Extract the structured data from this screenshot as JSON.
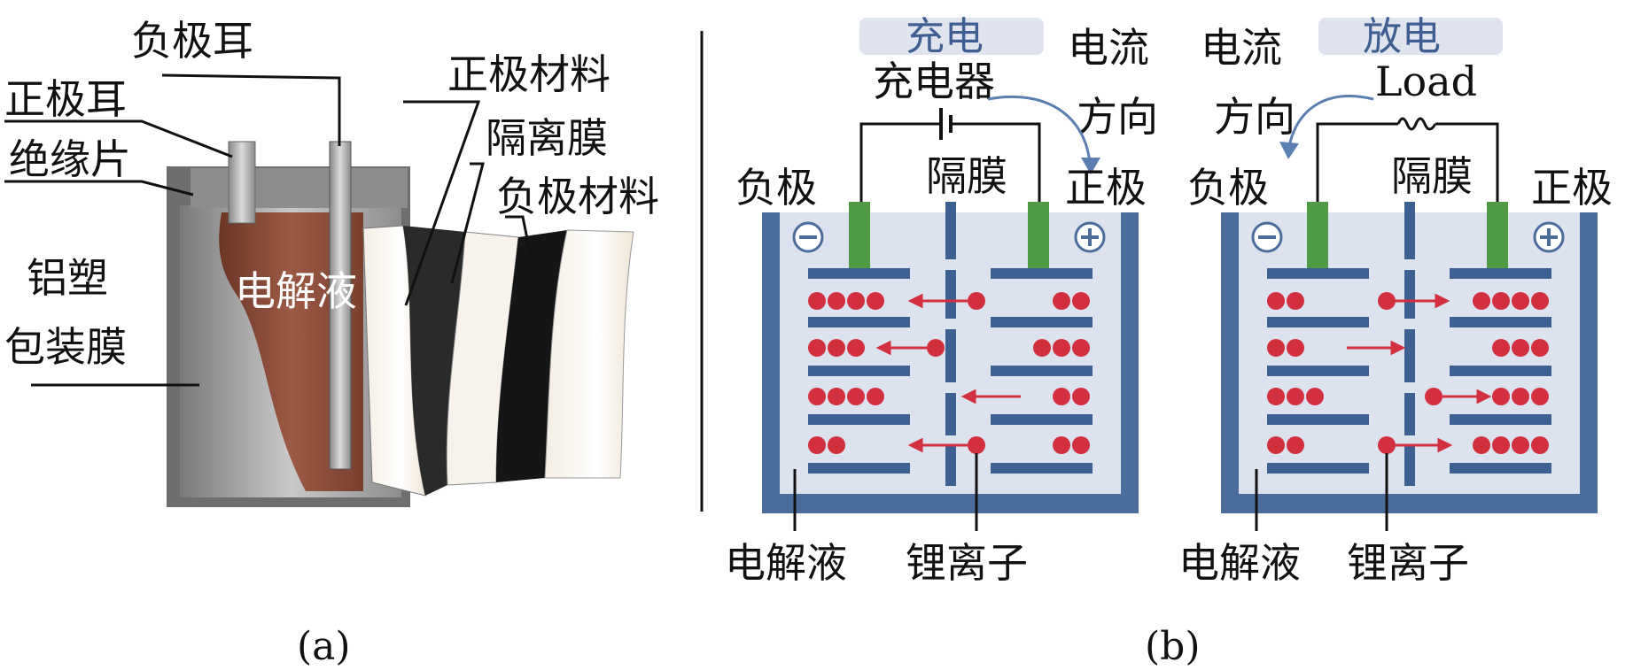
{
  "figure": {
    "panel_a": {
      "caption": "(a)",
      "labels": {
        "negative_tab": "负极耳",
        "positive_tab": "正极耳",
        "insulator": "绝缘片",
        "pouch_line1": "铝塑",
        "pouch_line2": "包装膜",
        "electrolyte": "电解液",
        "cathode_material": "正极材料",
        "separator": "隔离膜",
        "anode_material": "负极材料"
      }
    },
    "panel_b": {
      "caption": "(b)",
      "charge": {
        "header": "充电",
        "device": "充电器",
        "current_line1": "电流",
        "current_line2": "方向",
        "negative": "负极",
        "separator": "隔膜",
        "positive": "正极",
        "electrolyte": "电解液",
        "li_ion": "锂离子",
        "minus_symbol": "−",
        "plus_symbol": "+"
      },
      "discharge": {
        "header": "放电",
        "device": "Load",
        "current_line1": "电流",
        "current_line2": "方向",
        "negative": "负极",
        "separator": "隔膜",
        "positive": "正极",
        "electrolyte": "电解液",
        "li_ion": "锂离子",
        "minus_symbol": "−",
        "plus_symbol": "+"
      }
    },
    "colors": {
      "cell_frame": "#4a6d9c",
      "cell_fill": "#dde3ee",
      "plate": "#3e6193",
      "electrode_tab": "#4f9a45",
      "ion": "#d2303f",
      "arrow": "#d2303f",
      "header_tab": "#dfe4ef",
      "pouch_gray": "#9a9a9a",
      "electrolyte_brown": "#8a4a38"
    }
  }
}
